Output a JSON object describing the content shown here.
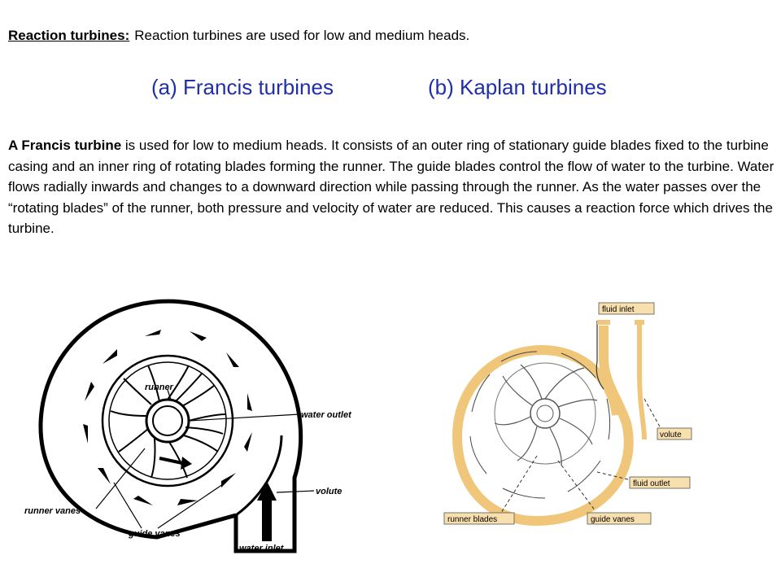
{
  "header": {
    "lead_term": "Reaction turbines:",
    "lead_text": "Reaction turbines are used for low and medium heads."
  },
  "subtitles": {
    "a": "(a)  Francis turbines",
    "b": "(b) Kaplan turbines"
  },
  "paragraph": {
    "term": "A Francis turbine",
    "text": " is used for low to medium heads. It consists of an outer ring of stationary guide blades fixed to the turbine casing and an inner ring of rotating blades forming the runner. The guide blades control the flow of water to the turbine. Water flows radially inwards and changes to a downward direction while passing through the runner. As the water passes over the “rotating blades” of the runner, both pressure and velocity of water are reduced. This causes a reaction force which drives the turbine."
  },
  "diagram_left": {
    "labels": {
      "runner": "runner",
      "water_outlet": "water outlet",
      "volute": "volute",
      "runner_vanes": "runner vanes",
      "guide_vanes": "guide vanes",
      "water_inlet": "water inlet"
    }
  },
  "diagram_right": {
    "colors": {
      "casing": "#f0c77a",
      "label_bg": "#f7dfae"
    },
    "labels": {
      "fluid_inlet": "fluid inlet",
      "volute": "volute",
      "fluid_outlet": "fluid outlet",
      "runner_blades": "runner blades",
      "guide_vanes": "guide vanes"
    }
  }
}
